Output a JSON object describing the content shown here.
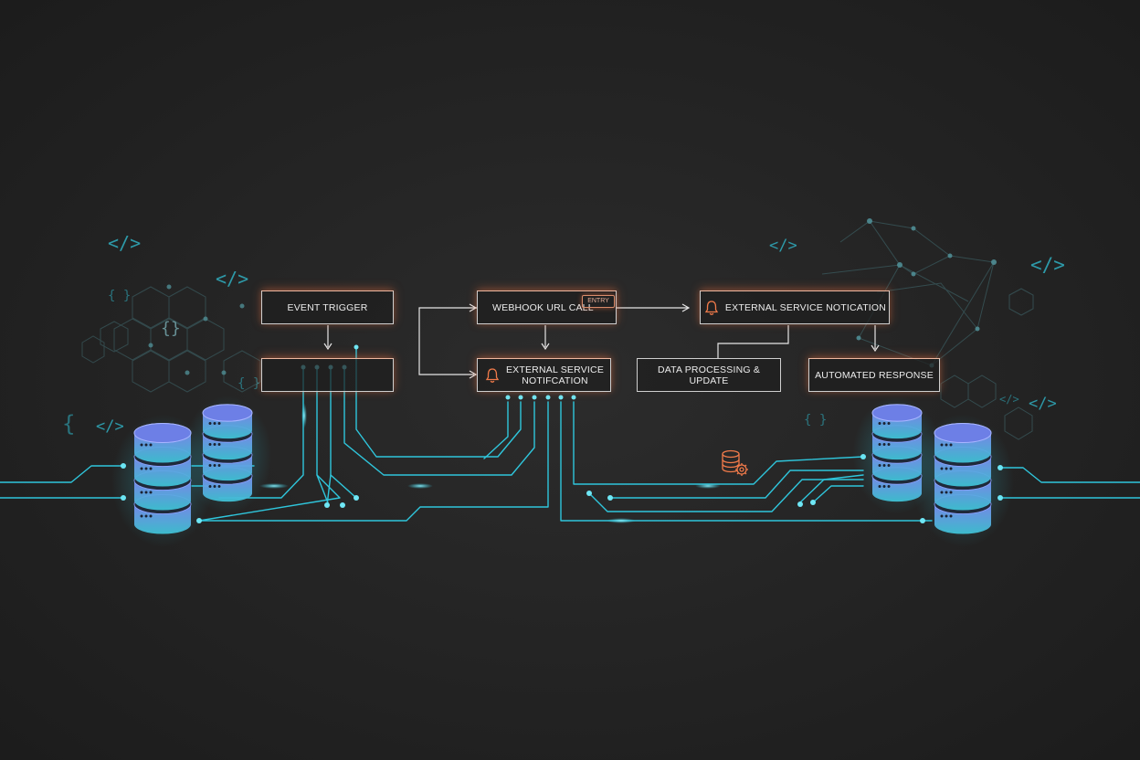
{
  "nodes": {
    "event_trigger": "EVENT TRIGGER",
    "webhook_url_call": "WEBHOOK URL CALL",
    "webhook_tag": "ENTRY",
    "external_service_notification_top": "EXTERNAL SERVICE NOTICATION",
    "external_service_notification_mid_line1": "EXTERNAL SERVICE",
    "external_service_notification_mid_line2": "NOTIFCATION",
    "data_processing_update": "DATA PROCESSING & UPDATE",
    "automated_response": "AUTOMATED RESPONSE"
  },
  "code_symbols": {
    "angle": "</>",
    "braces": "{ }",
    "braces_tight": "{}",
    "brace_open": "{"
  },
  "colors": {
    "background": "#252525",
    "circuit": "#2fc6dc",
    "accent_orange": "#f07a4a",
    "box_border": "#cfcfcf",
    "database_top": "#7a8cf0",
    "database_bottom": "#3ec2d4"
  },
  "icons": [
    "bell-icon",
    "database-gear-icon",
    "database-icon",
    "code-icon"
  ]
}
